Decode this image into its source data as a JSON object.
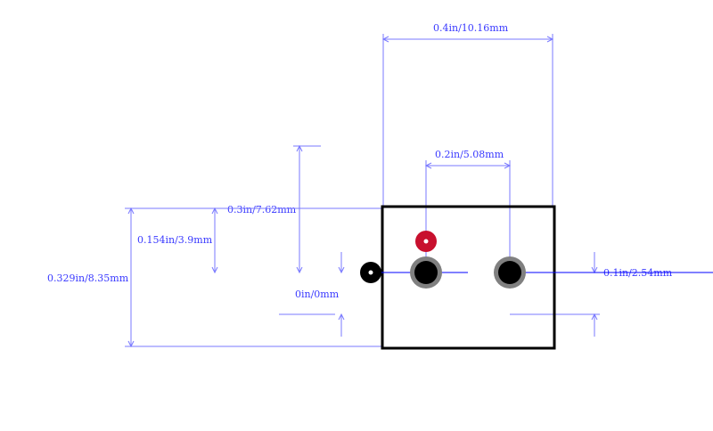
{
  "dimensions": {
    "width_total": "0.4in/10.16mm",
    "pitch": "0.2in/5.08mm",
    "height_body": "0.3in/7.62mm",
    "offset_top": "0.154in/3.9mm",
    "height_total": "0.329in/8.35mm",
    "origin": "0in/0mm",
    "offset_bottom": "0.1in/2.54mm"
  },
  "colors": {
    "dimension": "#7a7aff",
    "outline": "#000000",
    "pin1": "#c8102e",
    "pad_ring": "#808080",
    "courtyard": "#e8a0a8"
  }
}
